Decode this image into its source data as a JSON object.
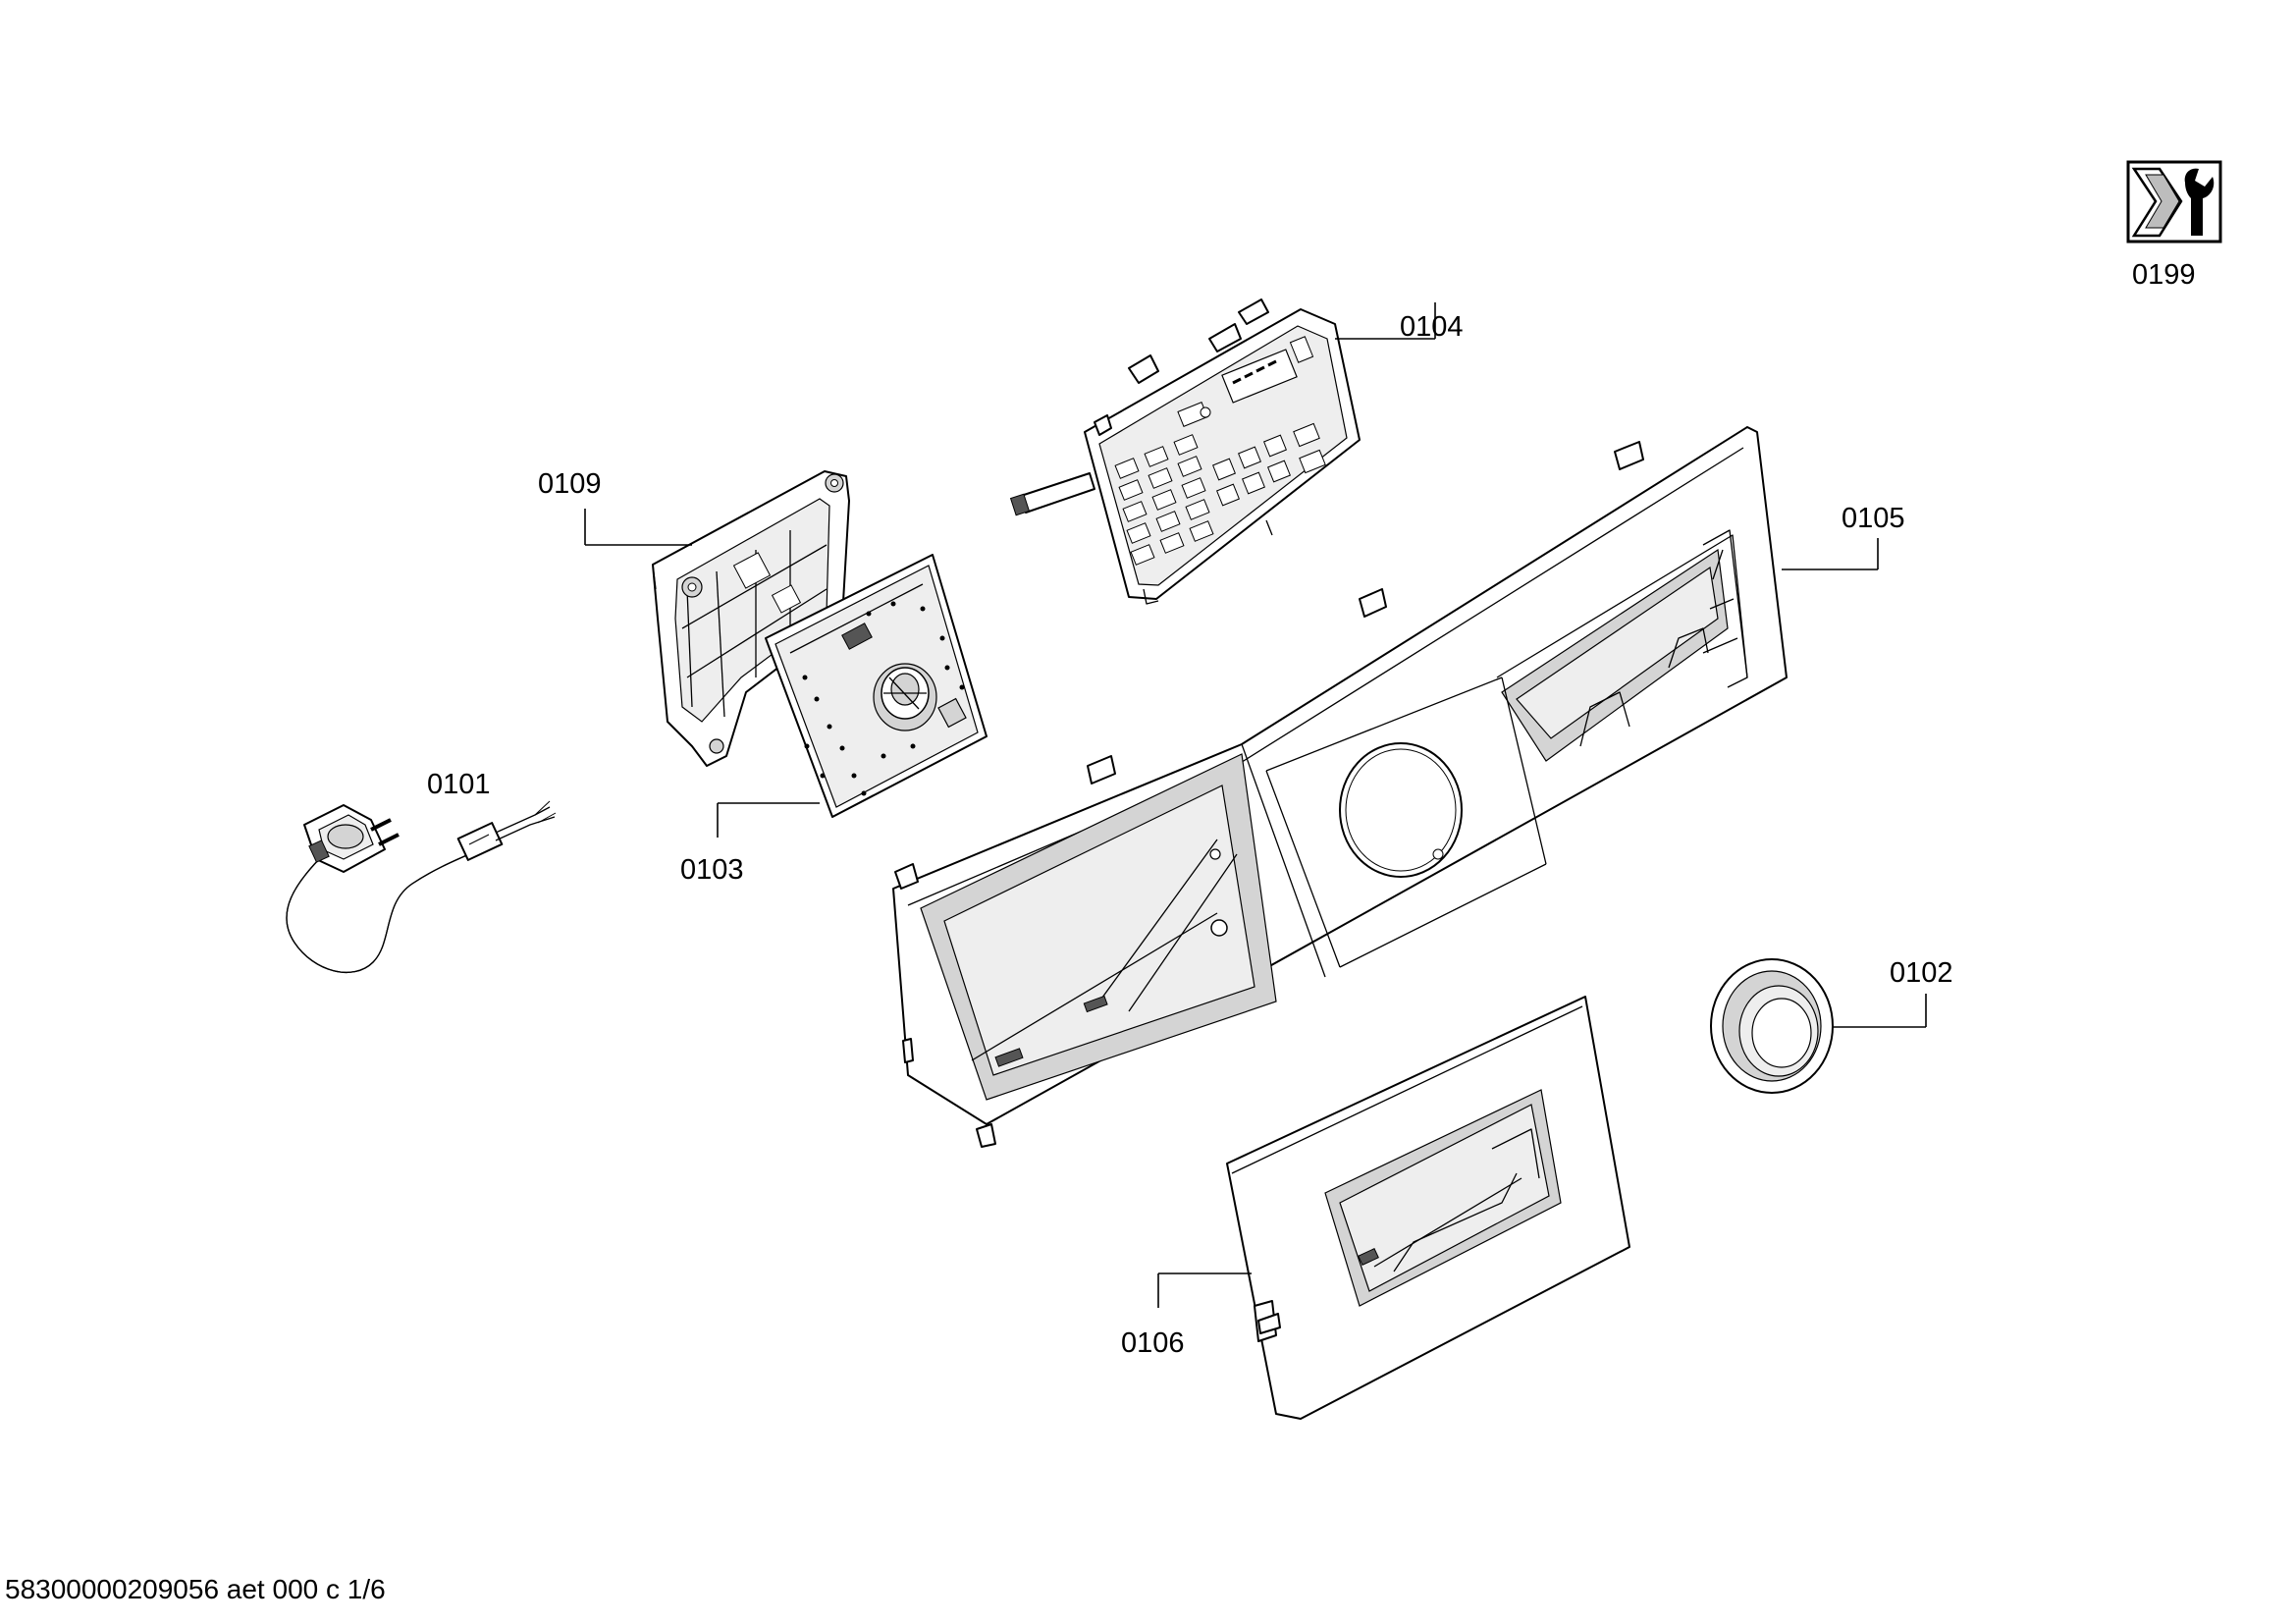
{
  "diagram": {
    "labels": {
      "p0101": "0101",
      "p0102": "0102",
      "p0103": "0103",
      "p0104": "0104",
      "p0105": "0105",
      "p0106": "0106",
      "p0109": "0109",
      "p0199": "0199"
    },
    "footer": "58300000209056 aet 000 c 1/6",
    "icons": {
      "service": "service-wrench-icon"
    }
  }
}
